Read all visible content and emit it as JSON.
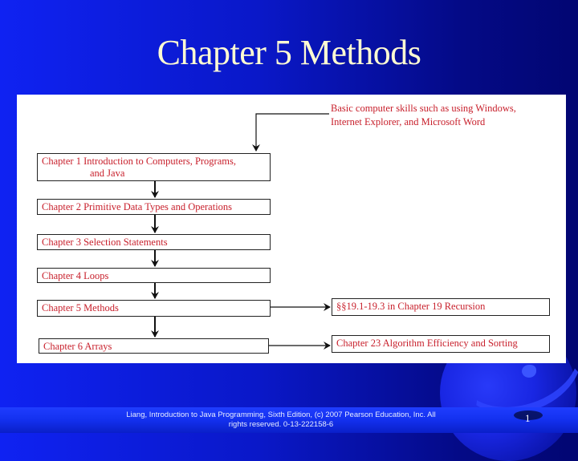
{
  "slide": {
    "title": "Chapter 5 Methods",
    "colors": {
      "background_start": "#0f22f2",
      "background_end": "#020672",
      "title": "#fffbd2",
      "box_text": "#c8202c",
      "box_border": "#222222",
      "panel": "#ffffff"
    }
  },
  "diagram": {
    "prerequisite_note": {
      "line1": "Basic computer skills such as using Windows,",
      "line2": "Internet Explorer, and Microsoft Word"
    },
    "chapters": [
      {
        "id": "ch1",
        "line1": "Chapter 1 Introduction to Computers, Programs,",
        "line2": "and Java"
      },
      {
        "id": "ch2",
        "label": "Chapter 2 Primitive Data Types and Operations"
      },
      {
        "id": "ch3",
        "label": "Chapter 3 Selection Statements"
      },
      {
        "id": "ch4",
        "label": "Chapter 4 Loops"
      },
      {
        "id": "ch5",
        "label": "Chapter 5 Methods"
      },
      {
        "id": "ch6",
        "label": "Chapter 6 Arrays"
      }
    ],
    "branches": [
      {
        "id": "ch19",
        "from": "ch5",
        "label": "§§19.1-19.3 in Chapter 19 Recursion"
      },
      {
        "id": "ch23",
        "from": "ch6",
        "label": "Chapter 23 Algorithm Efficiency and Sorting"
      }
    ],
    "edges": [
      [
        "prerequisite_note",
        "ch1"
      ],
      [
        "ch1",
        "ch2"
      ],
      [
        "ch2",
        "ch3"
      ],
      [
        "ch3",
        "ch4"
      ],
      [
        "ch4",
        "ch5"
      ],
      [
        "ch5",
        "ch6"
      ],
      [
        "ch5",
        "ch19"
      ],
      [
        "ch6",
        "ch23"
      ]
    ]
  },
  "footer": {
    "line1": "Liang, Introduction to Java Programming, Sixth Edition, (c) 2007 Pearson Education, Inc. All",
    "line2": "rights reserved. 0-13-222158-6",
    "page_number": "1"
  }
}
